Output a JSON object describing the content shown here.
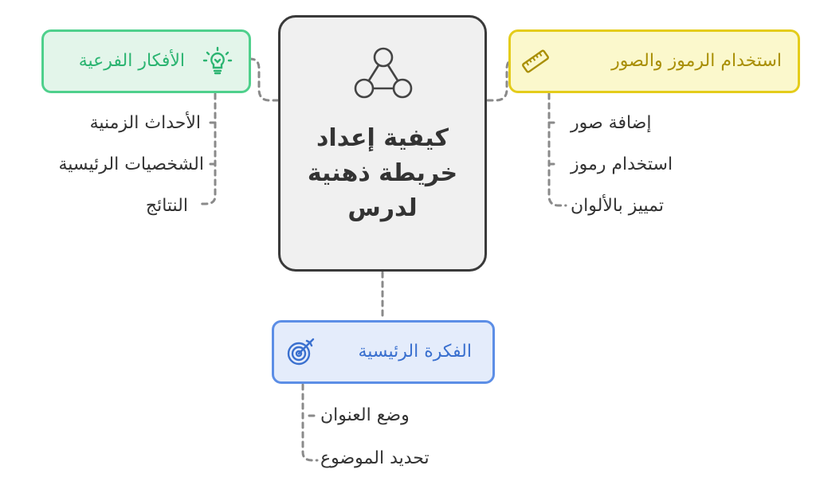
{
  "center": {
    "title": "كيفية إعداد خريطة ذهنية لدرس",
    "icon": "network-nodes-icon"
  },
  "branches": {
    "sub_ideas": {
      "title": "الأفكار الفرعية",
      "icon": "lightbulb-icon",
      "color": "#4fd08c",
      "items": [
        "الأحداث الزمنية",
        "الشخصيات الرئيسية",
        "النتائج"
      ]
    },
    "symbols": {
      "title": "استخدام الرموز والصور",
      "icon": "ruler-icon",
      "color": "#e4cc1b",
      "items": [
        "إضافة صور",
        "استخدام رموز",
        "تمييز بالألوان"
      ]
    },
    "main_idea": {
      "title": "الفكرة الرئيسية",
      "icon": "target-icon",
      "color": "#5c8ee6",
      "items": [
        "وضع العنوان",
        "تحديد الموضوع"
      ]
    }
  }
}
